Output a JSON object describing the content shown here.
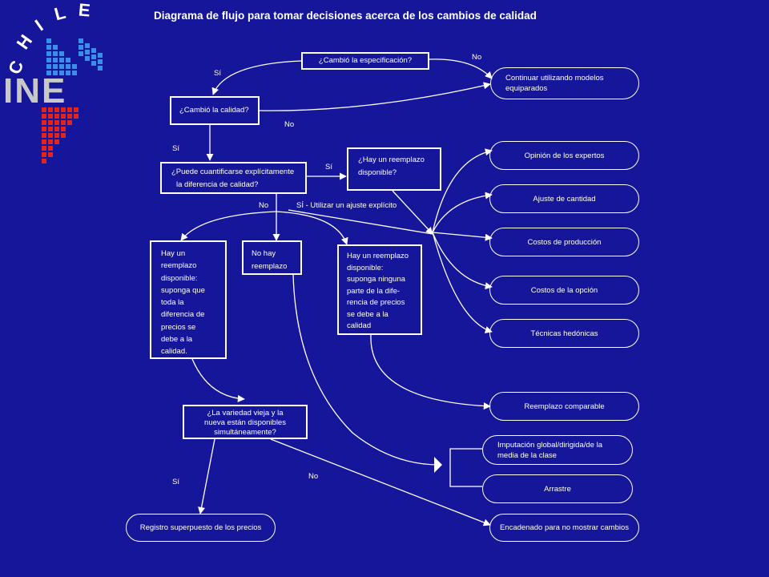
{
  "title": "Diagrama de flujo para tomar decisiones acerca de los cambios de calidad",
  "logo": {
    "country": "CHILE",
    "acronym": "INE"
  },
  "decisions": {
    "spec_changed": "¿Cambió la especificación?",
    "quality_changed": "¿Cambió la calidad?",
    "quantify": [
      "¿Puede cuantificarse explícitamente",
      "la diferencia de calidad?"
    ],
    "replacement_available": [
      "¿Hay un reemplazo",
      "disponible?"
    ],
    "old_new_available": [
      "¿La variedad vieja y la",
      "nueva están disponibles",
      "simultáneamente?"
    ]
  },
  "boxes": {
    "replacement_all": [
      "Hay un",
      "reemplazo",
      "disponible:",
      "suponga que",
      "toda la",
      "diferencia de",
      "precios se",
      "debe a la",
      "calidad."
    ],
    "no_replacement": [
      "No hay",
      "reemplazo"
    ],
    "replacement_none": [
      "Hay un reemplazo",
      "disponible:",
      "suponga ninguna",
      "parte de la dife-",
      "rencia de precios",
      "se debe a la",
      "calidad"
    ]
  },
  "outcomes": {
    "continue_models": [
      "Continuar utilizando modelos",
      "equiparados"
    ],
    "experts": "Opinión de los expertos",
    "quantity": "Ajuste de cantidad",
    "production": "Costos de producción",
    "option": "Costos de la opción",
    "hedonic": "Técnicas hedónicas",
    "comparable": "Reemplazo comparable",
    "imputation": [
      "Imputación global/dirigida/de la",
      "media de la clase"
    ],
    "carry": "Arrastre",
    "overlap": "Registro superpuesto de los precios",
    "chained": "Encadenado para no mostrar cambios"
  },
  "labels": {
    "no_spec": "No",
    "si_spec": "Sí",
    "no_quality": "No",
    "si_quality": "Sí",
    "si_quantify": "Sí",
    "no_quantify": "No",
    "si_explicit": "SÍ - Utilizar un ajuste explícito",
    "si_overlap": "Sí",
    "no_chain": "No"
  },
  "colors": {
    "background": "#16169a",
    "foreground": "#ffffff",
    "logo_blue": "#3a8fe8",
    "logo_red": "#e2241a",
    "logo_gray": "#b8b8b8"
  }
}
